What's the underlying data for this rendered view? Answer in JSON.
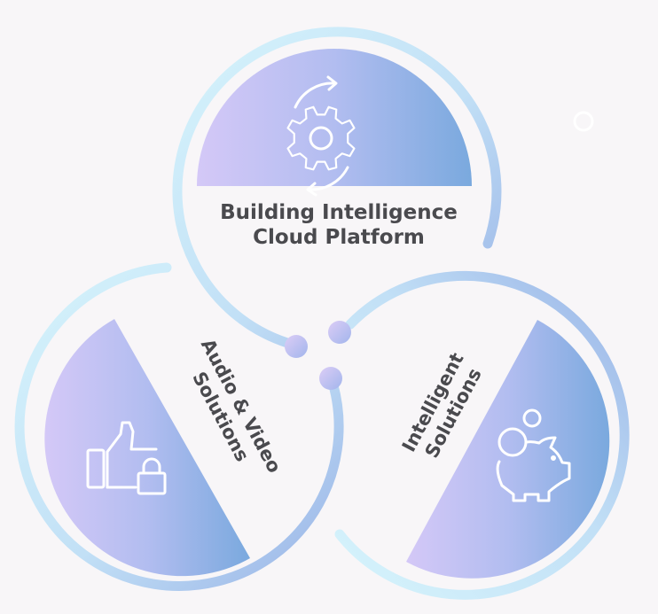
{
  "sections": {
    "top": {
      "line1": "Building Intelligence",
      "line2": "Cloud Platform",
      "icon": "gear-cycle-icon"
    },
    "left": {
      "line1": "Audio & Video",
      "line2": "Solutions",
      "icon": "thumbs-up-lock-icon"
    },
    "right": {
      "line1": "Intelligent",
      "line2": "Solutions",
      "icon": "piggy-bank-icon"
    }
  },
  "colors": {
    "background": "#f8f6f8",
    "ring_light": "#d4f2fb",
    "ring_dark": "#9ab4e6",
    "fill_light": "#d2c6f6",
    "fill_dark": "#7aa8de",
    "dot_light": "#d6c9f5",
    "dot_dark": "#a4b6ec",
    "label": "#4a4a4e",
    "icon": "#ffffff"
  }
}
